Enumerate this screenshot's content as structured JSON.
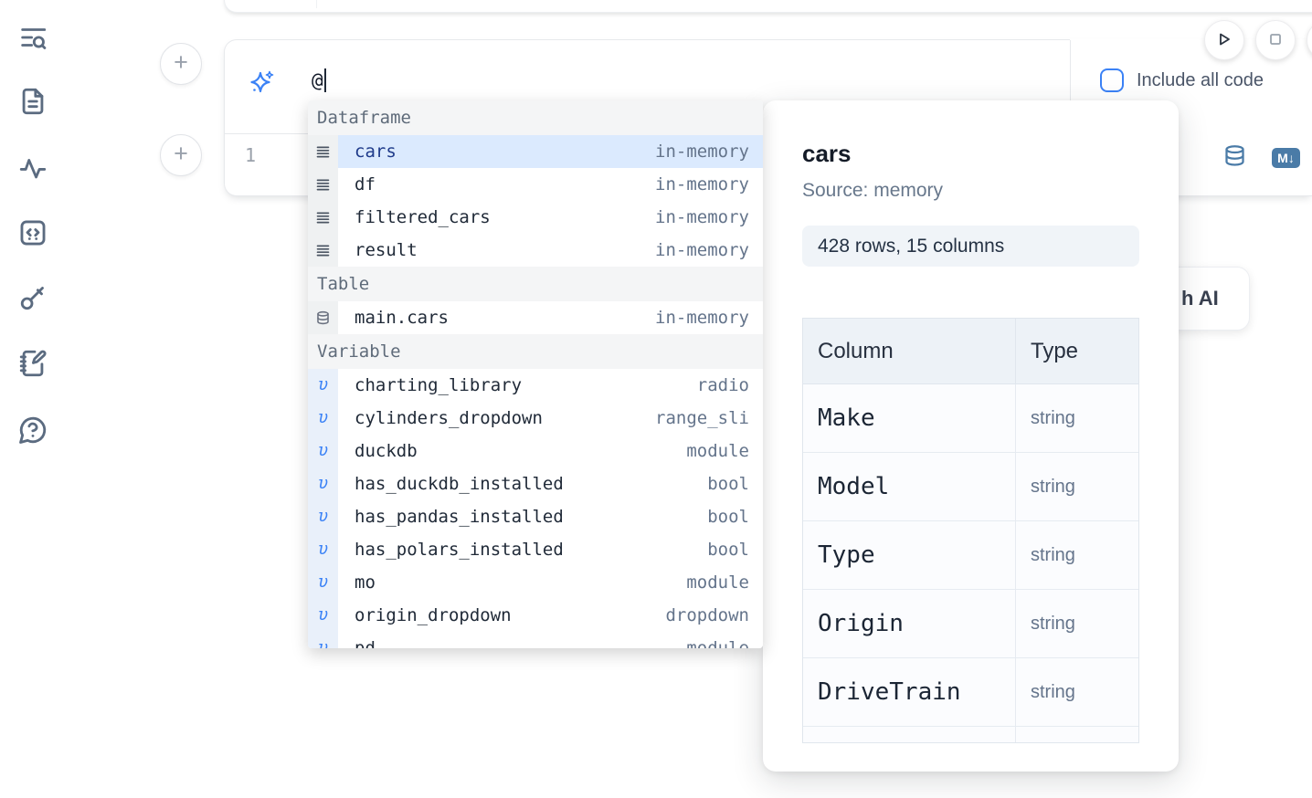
{
  "colors": {
    "accent_blue": "#3b82f6",
    "steel_blue": "#4a7ba7",
    "selection_bg": "#dbeafe",
    "selected_text": "#1e3a8a",
    "muted_text": "#64748b",
    "border": "#e7e9ec",
    "sidebar_icon": "#5b6b80"
  },
  "sidebar": {
    "icons": [
      "list-search",
      "file-text",
      "activity",
      "code-snippets",
      "key",
      "notebook-pen",
      "help-chat"
    ]
  },
  "toolbar": {
    "add_cell_label": "+",
    "include_all_code_label": "Include all code",
    "run_icon": "play",
    "stop_icon": "stop"
  },
  "prompt": {
    "value": "@"
  },
  "editor": {
    "line_number": "1",
    "markdown_badge": "M↓",
    "icons": [
      "database",
      "markdown"
    ]
  },
  "ai_button": {
    "label": "h AI"
  },
  "autocomplete": {
    "sections": [
      {
        "label": "Dataframe",
        "items": [
          {
            "icon": "rows",
            "name": "cars",
            "detail": "in-memory",
            "selected": true
          },
          {
            "icon": "rows",
            "name": "df",
            "detail": "in-memory"
          },
          {
            "icon": "rows",
            "name": "filtered_cars",
            "detail": "in-memory"
          },
          {
            "icon": "rows",
            "name": "result",
            "detail": "in-memory"
          }
        ]
      },
      {
        "label": "Table",
        "items": [
          {
            "icon": "db",
            "name": "main.cars",
            "detail": "in-memory"
          }
        ]
      },
      {
        "label": "Variable",
        "items": [
          {
            "icon": "var",
            "name": "charting_library",
            "detail": "radio"
          },
          {
            "icon": "var",
            "name": "cylinders_dropdown",
            "detail": "range_sli"
          },
          {
            "icon": "var",
            "name": "duckdb",
            "detail": "module"
          },
          {
            "icon": "var",
            "name": "has_duckdb_installed",
            "detail": "bool"
          },
          {
            "icon": "var",
            "name": "has_pandas_installed",
            "detail": "bool"
          },
          {
            "icon": "var",
            "name": "has_polars_installed",
            "detail": "bool"
          },
          {
            "icon": "var",
            "name": "mo",
            "detail": "module"
          },
          {
            "icon": "var",
            "name": "origin_dropdown",
            "detail": "dropdown"
          },
          {
            "icon": "var",
            "name": "pd",
            "detail": "module"
          }
        ]
      }
    ]
  },
  "preview": {
    "title": "cars",
    "source": "Source: memory",
    "shape": "428 rows, 15 columns",
    "table": {
      "headers": [
        "Column",
        "Type"
      ],
      "rows": [
        {
          "column": "Make",
          "type": "string"
        },
        {
          "column": "Model",
          "type": "string"
        },
        {
          "column": "Type",
          "type": "string"
        },
        {
          "column": "Origin",
          "type": "string"
        },
        {
          "column": "DriveTrain",
          "type": "string"
        }
      ]
    }
  }
}
